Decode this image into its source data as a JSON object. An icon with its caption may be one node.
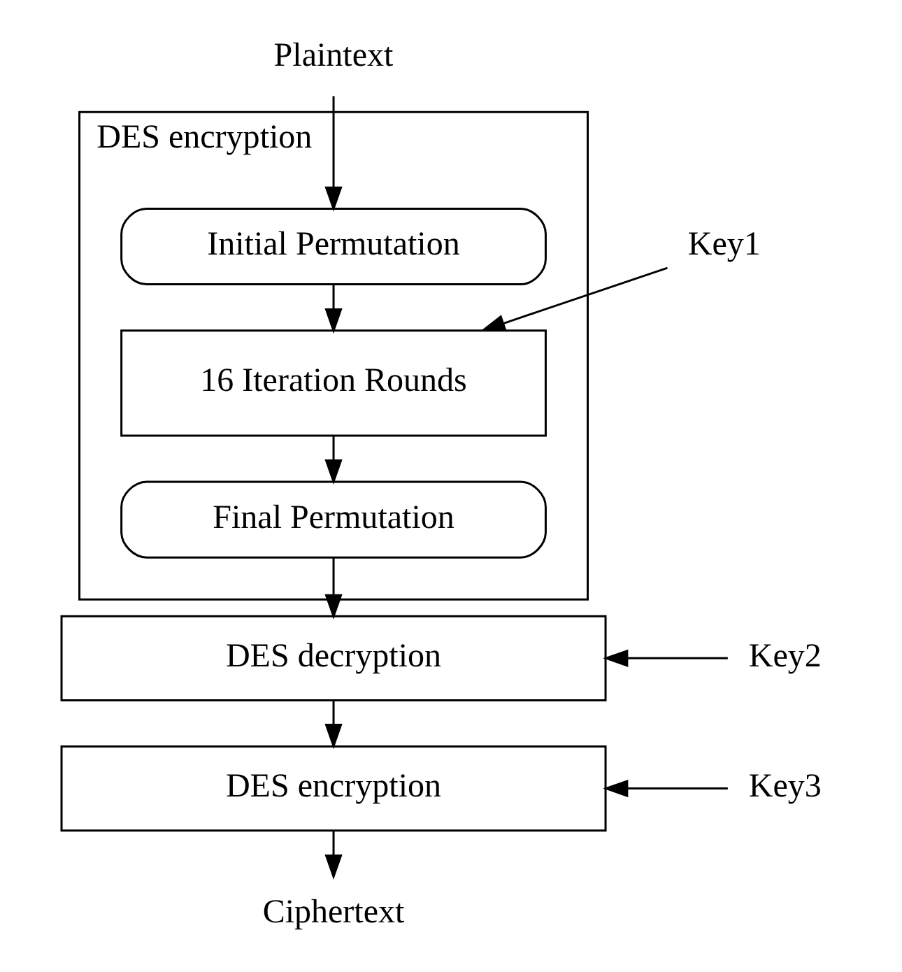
{
  "diagram": {
    "nodes": [
      {
        "text": [
          "Plaintext"
        ]
      },
      {
        "text": [
          "DES encryption"
        ]
      },
      {
        "text": [
          "Initial Permutation"
        ],
        "in": 1
      },
      {
        "text": [
          "16 Iteration Rounds"
        ],
        "in": 1
      },
      {
        "text": [
          "Key1"
        ]
      },
      {
        "text": [
          "Final Permutation"
        ],
        "in": 1
      },
      {
        "text": [
          "DES decryption"
        ]
      },
      {
        "text": [
          "Key2"
        ]
      },
      {
        "text": [
          "DES encryption"
        ]
      },
      {
        "text": [
          "Key3"
        ]
      },
      {
        "text": [
          "Ciphertext"
        ]
      }
    ],
    "edges": [
      {
        "from": 0,
        "to": 2,
        "arrow": "to"
      },
      {
        "from": 2,
        "to": 3,
        "arrow": "to"
      },
      {
        "from": 4,
        "to": 3,
        "arrow": "to"
      },
      {
        "from": 3,
        "to": 5,
        "arrow": "to"
      },
      {
        "from": 5,
        "to": 6,
        "arrow": "to"
      },
      {
        "from": 7,
        "to": 6,
        "arrow": "to"
      },
      {
        "from": 6,
        "to": 8,
        "arrow": "to"
      },
      {
        "from": 9,
        "to": 8,
        "arrow": "to"
      },
      {
        "from": 8,
        "to": 10,
        "arrow": "to"
      }
    ]
  }
}
